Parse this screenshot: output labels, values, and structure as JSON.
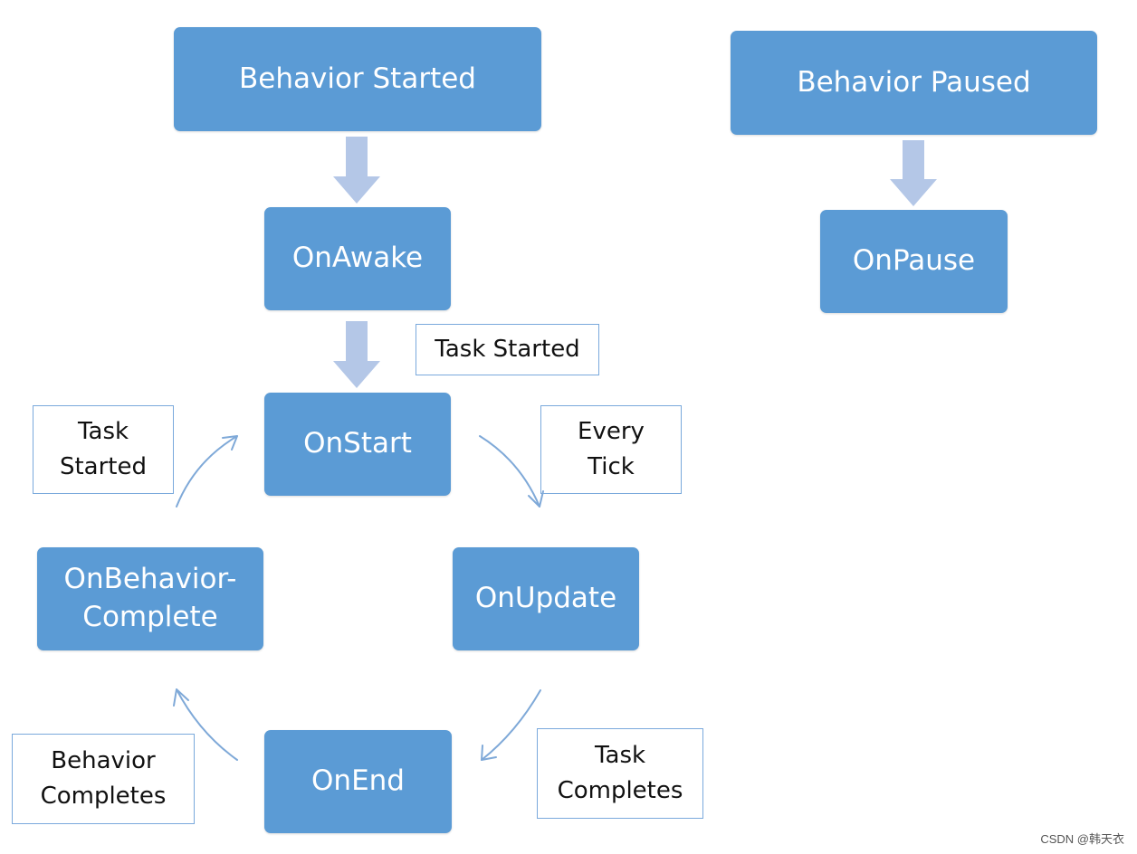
{
  "nodes": {
    "behavior_started": "Behavior Started",
    "behavior_paused": "Behavior Paused",
    "on_awake": "OnAwake",
    "on_pause": "OnPause",
    "on_start": "OnStart",
    "on_update": "OnUpdate",
    "on_behavior_complete_line1": "OnBehavior-",
    "on_behavior_complete_line2": "Complete",
    "on_end": "OnEnd"
  },
  "labels": {
    "task_started_top": "Task Started",
    "task_started_left_line1": "Task",
    "task_started_left_line2": "Started",
    "every_tick_line1": "Every",
    "every_tick_line2": "Tick",
    "task_completes_line1": "Task",
    "task_completes_line2": "Completes",
    "behavior_completes_line1": "Behavior",
    "behavior_completes_line2": "Completes"
  },
  "watermark": "CSDN @韩天衣",
  "colors": {
    "node_fill": "#5b9bd5",
    "block_arrow": "#b4c7e7",
    "curve_arrow": "#7fa9d8",
    "label_border": "#7aa9dc"
  }
}
